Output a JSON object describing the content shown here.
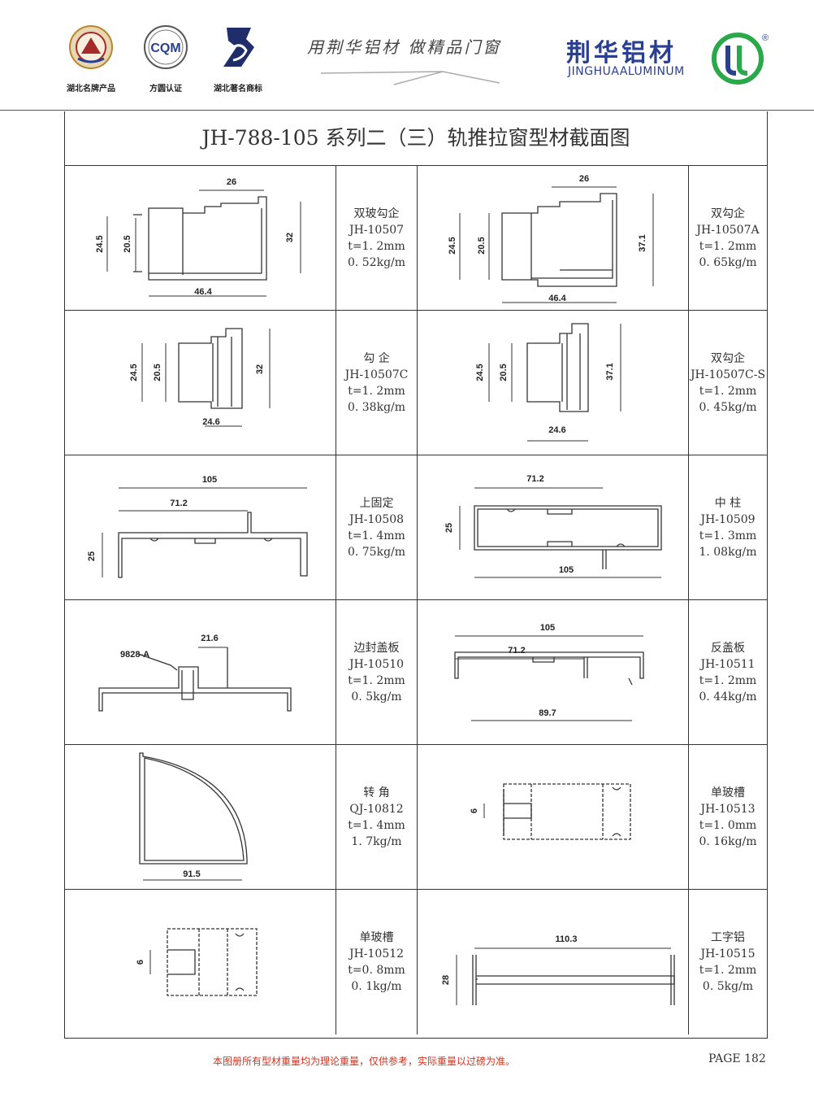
{
  "header": {
    "badges": [
      {
        "icon": "famous-brand-emblem-icon",
        "label": "湖北名牌产品"
      },
      {
        "icon": "cqm-certification-seal-icon",
        "label": "方圆认证",
        "seal_text": "CQM"
      },
      {
        "icon": "famous-trademark-logo-icon",
        "label": "湖北著名商标"
      }
    ],
    "slogan": "用荆华铝材  做精品门窗",
    "brand_name_cn": "荆华铝材",
    "brand_name_en": "JINGHUAALUMINUM",
    "brand_logo_icon": "jinghua-logo-icon",
    "registered_mark": "®",
    "brand_color": "#2a3f8f"
  },
  "title": "JH-788-105 系列二（三）轨推拉窗型材截面图",
  "profiles": [
    {
      "name": "双玻勾企",
      "code": "JH-10507",
      "thickness": "t=1. 2mm",
      "weight": "0. 52kg/m",
      "dims": [
        "26",
        "24.5",
        "20.5",
        "32",
        "46.4"
      ]
    },
    {
      "name": "双勾企",
      "code": "JH-10507A",
      "thickness": "t=1. 2mm",
      "weight": "0. 65kg/m",
      "dims": [
        "26",
        "24.5",
        "20.5",
        "37.1",
        "46.4"
      ]
    },
    {
      "name": "勾  企",
      "code": "JH-10507C",
      "thickness": "t=1. 2mm",
      "weight": "0. 38kg/m",
      "dims": [
        "24.5",
        "20.5",
        "32",
        "24.6"
      ]
    },
    {
      "name": "双勾企",
      "code": "JH-10507C-S",
      "thickness": "t=1. 2mm",
      "weight": "0. 45kg/m",
      "dims": [
        "24.5",
        "20.5",
        "37.1",
        "24.6"
      ]
    },
    {
      "name": "上固定",
      "code": "JH-10508",
      "thickness": "t=1. 4mm",
      "weight": "0. 75kg/m",
      "dims": [
        "105",
        "71.2",
        "25"
      ]
    },
    {
      "name": "中  柱",
      "code": "JH-10509",
      "thickness": "t=1. 3mm",
      "weight": "1. 08kg/m",
      "dims": [
        "71.2",
        "25",
        "105"
      ]
    },
    {
      "name": "边封盖板",
      "code": "JH-10510",
      "thickness": "t=1. 2mm",
      "weight": "0. 5kg/m",
      "dims": [
        "9828-A",
        "21.6"
      ]
    },
    {
      "name": "反盖板",
      "code": "JH-10511",
      "thickness": "t=1. 2mm",
      "weight": "0. 44kg/m",
      "dims": [
        "105",
        "71.2",
        "89.7"
      ]
    },
    {
      "name": "转  角",
      "code": "QJ-10812",
      "thickness": "t=1. 4mm",
      "weight": "1. 7kg/m",
      "dims": [
        "91.5"
      ]
    },
    {
      "name": "单玻槽",
      "code": "JH-10513",
      "thickness": "t=1. 0mm",
      "weight": "0. 16kg/m",
      "dims": [
        "6"
      ]
    },
    {
      "name": "单玻槽",
      "code": "JH-10512",
      "thickness": "t=0. 8mm",
      "weight": "0. 1kg/m",
      "dims": [
        "6"
      ]
    },
    {
      "name": "工字铝",
      "code": "JH-10515",
      "thickness": "t=1. 2mm",
      "weight": "0. 5kg/m",
      "dims": [
        "110.3",
        "28"
      ]
    }
  ],
  "footer": {
    "note": "本图册所有型材重量均为理论重量，仅供参考，实际重量以过磅为准。",
    "page": "PAGE 182",
    "note_color": "#d2321e"
  }
}
